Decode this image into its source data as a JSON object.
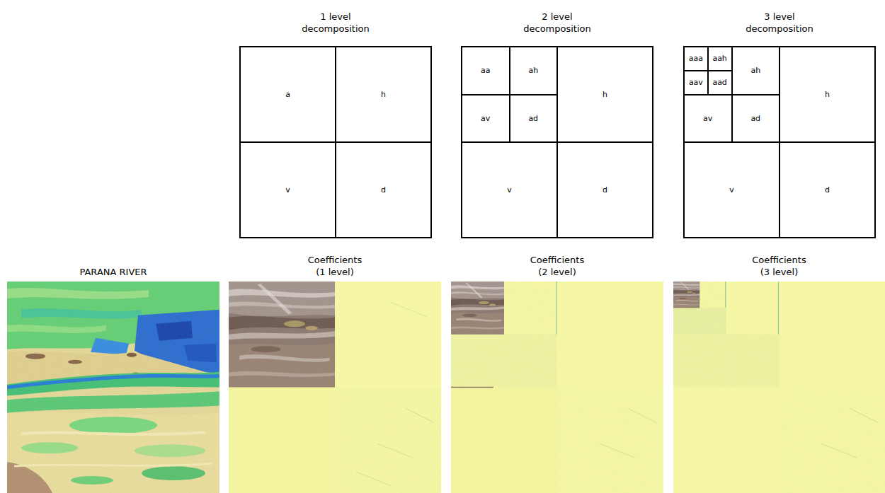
{
  "diagram": {
    "nodes": [
      {
        "text": [
          "1 level decomposition"
        ]
      },
      {
        "text": [
          "a"
        ],
        "in": 0
      },
      {
        "text": [
          "h"
        ],
        "in": 0
      },
      {
        "text": [
          "v"
        ],
        "in": 0
      },
      {
        "text": [
          "d"
        ],
        "in": 0
      },
      {
        "text": [
          "2 level decomposition"
        ]
      },
      {
        "text": [
          "aa"
        ],
        "in": 5
      },
      {
        "text": [
          "ah"
        ],
        "in": 5
      },
      {
        "text": [
          "av"
        ],
        "in": 5
      },
      {
        "text": [
          "ad"
        ],
        "in": 5
      },
      {
        "text": [
          "h"
        ],
        "in": 5
      },
      {
        "text": [
          "v"
        ],
        "in": 5
      },
      {
        "text": [
          "d"
        ],
        "in": 5
      },
      {
        "text": [
          "3 level decomposition"
        ]
      },
      {
        "text": [
          "aaa"
        ],
        "in": 13
      },
      {
        "text": [
          "aah"
        ],
        "in": 13
      },
      {
        "text": [
          "aav"
        ],
        "in": 13
      },
      {
        "text": [
          "aad"
        ],
        "in": 13
      },
      {
        "text": [
          "ah"
        ],
        "in": 13
      },
      {
        "text": [
          "av"
        ],
        "in": 13
      },
      {
        "text": [
          "ad"
        ],
        "in": 13
      },
      {
        "text": [
          "h"
        ],
        "in": 13
      },
      {
        "text": [
          "v"
        ],
        "in": 13
      },
      {
        "text": [
          "d"
        ],
        "in": 13
      },
      {
        "text": [
          "PARANA RIVER"
        ]
      },
      {
        "text": [
          "Coefficients (1 level)"
        ]
      },
      {
        "text": [
          "Coefficients (2 level)"
        ]
      },
      {
        "text": [
          "Coefficients (3 level)"
        ]
      }
    ]
  }
}
